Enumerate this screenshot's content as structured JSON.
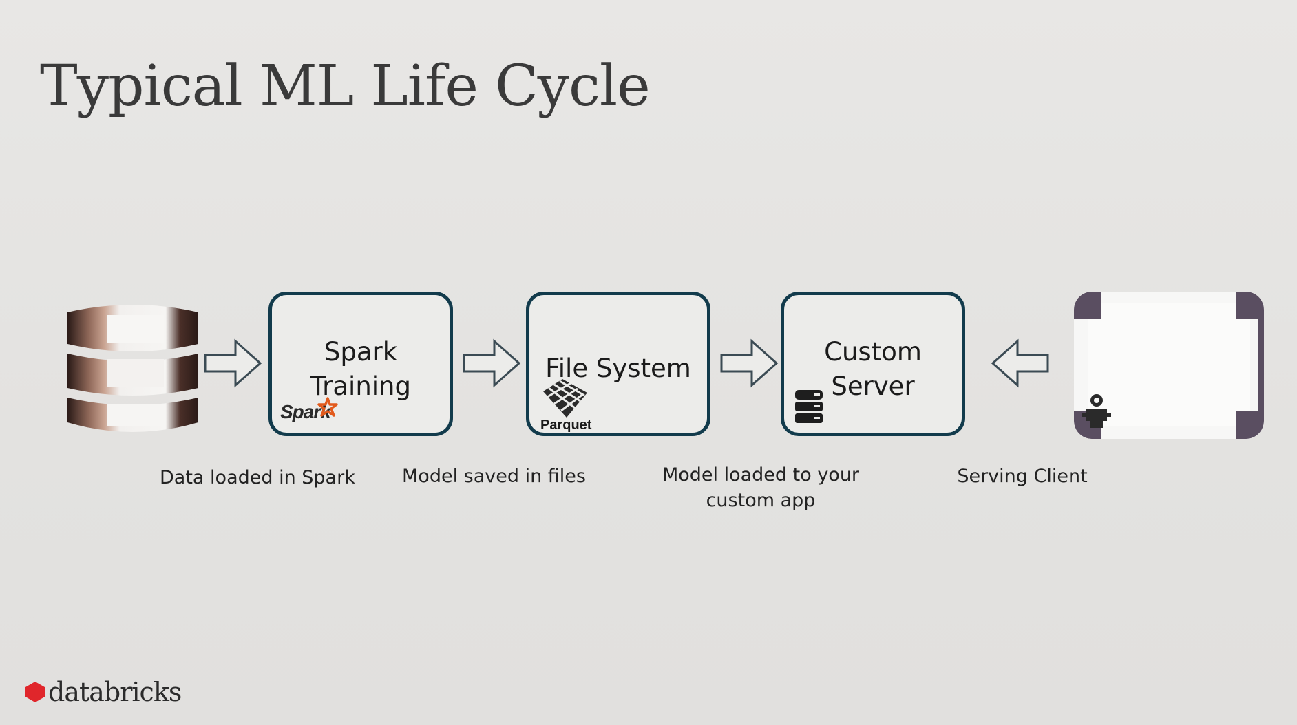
{
  "title": "Typical ML Life Cycle",
  "nodes": {
    "spark_training": {
      "label_line1": "Spark",
      "label_line2": "Training",
      "logo_text": "Spark"
    },
    "file_system": {
      "label": "File System",
      "logo_text": "Parquet"
    },
    "custom_server": {
      "label_line1": "Custom",
      "label_line2": "Server"
    }
  },
  "captions": {
    "data": "Data loaded in Spark",
    "saved": "Model saved in files",
    "loaded_line1": "Model loaded to your",
    "loaded_line2": "custom app",
    "client": "Serving Client"
  },
  "brand": {
    "name": "databricks",
    "color": "#e0262b"
  },
  "colors": {
    "box_border": "#123b4c",
    "spark_star": "#e25a1c",
    "db_dark": "#2a1a17",
    "db_mid": "#a9836f",
    "client_corner": "#5a4e61"
  }
}
